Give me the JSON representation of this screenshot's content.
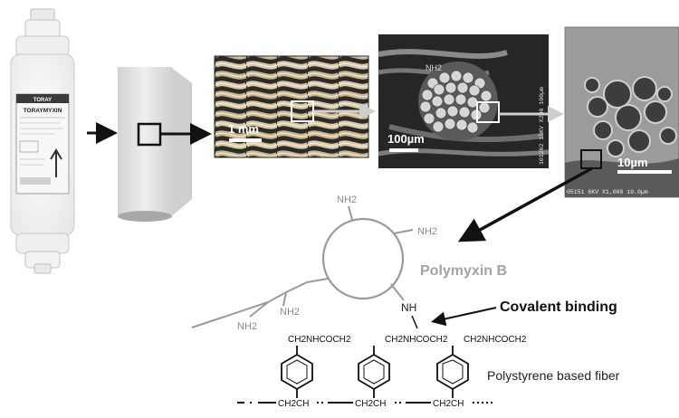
{
  "product": {
    "brand": "TORAY",
    "name": "TORAYMYXIN"
  },
  "scale_bars": {
    "fabric": "1 mm",
    "fiber_bundle": "100µm",
    "fiber_cross_section": "10µm"
  },
  "micrograph_text": {
    "fiber_bundle_side": "101202 15KV X200 100µm",
    "cross_section_bottom": "05151 6KV X1,000 10.0µm"
  },
  "molecule": {
    "name": "Polymyxin B",
    "amine_label": "NH2",
    "linker_label": "NH"
  },
  "annotations": {
    "binding": "Covalent binding",
    "fiber": "Polystyrene based fiber"
  },
  "polymer": {
    "side_chains": [
      "CH2NHCOCH2",
      "CH2NHCOCH2",
      "CH2NHCOCH2"
    ],
    "backbone_units": [
      "CH2CH",
      "CH2CH",
      "CH2CH"
    ]
  },
  "colors": {
    "arrow": "#111111",
    "callout": "#bdbdbd",
    "polymyxin": "#9a9a9a",
    "micrograph_dark": "#2a2a2a"
  }
}
